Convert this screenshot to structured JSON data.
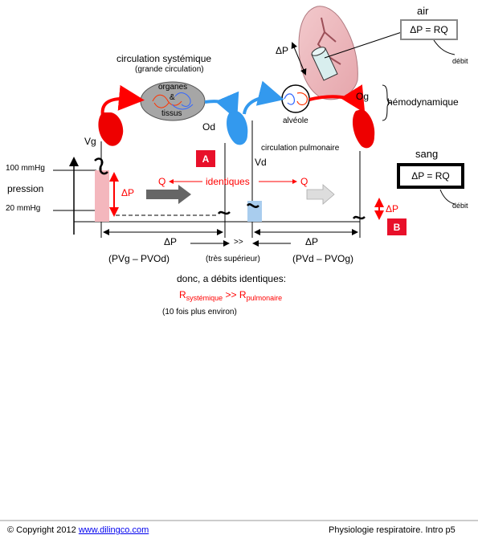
{
  "labels": {
    "air": "air",
    "air_formula": "ΔP = RQ",
    "debit_air": "débit",
    "delta_p_tube": "ΔP",
    "circ_systemique": "circulation systémique",
    "grande_circulation": "(grande circulation)",
    "organes": "organes",
    "ampersand": "&",
    "tissus": "tissus",
    "alveole": "alvéole",
    "og": "Og",
    "od": "Od",
    "vg": "Vg",
    "vd": "Vd",
    "hemodynamique": "hémodynamique",
    "circ_pulmonaire": "circulation pulmonaire",
    "badge_a": "A",
    "badge_b": "B",
    "sang": "sang",
    "sang_formula": "ΔP = RQ",
    "debit_sang": "débit",
    "p100": "100 mmHg",
    "pression": "pression",
    "p20": "20 mmHg",
    "delta_p_left": "ΔP",
    "q_left": "Q",
    "identiques": "identiques",
    "q_right": "Q",
    "delta_p_right": "ΔP",
    "delta_p_bottom_left": "ΔP",
    "much_greater": ">>",
    "delta_p_bottom_right": "ΔP",
    "pvg_pvod": "(PVg – PVOd)",
    "tres_superieur": "(très supérieur)",
    "pvd_pvog": "(PVd – PVOg)",
    "donc": "donc, a débits identiques:",
    "r_sys_main": "R",
    "r_sys_sub": "systémique",
    "gg": ">>",
    "r_pul_main": "R",
    "r_pul_sub": "pulmonaire",
    "dix_fois": "(10 fois plus environ)"
  },
  "footer": {
    "copyright": "© Copyright 2012",
    "link": "www.dilingco.com",
    "title": "Physiologie respiratoire. Intro p5"
  },
  "colors": {
    "red": "#ff0000",
    "blue": "#3399ee",
    "badge": "#e8102a"
  }
}
